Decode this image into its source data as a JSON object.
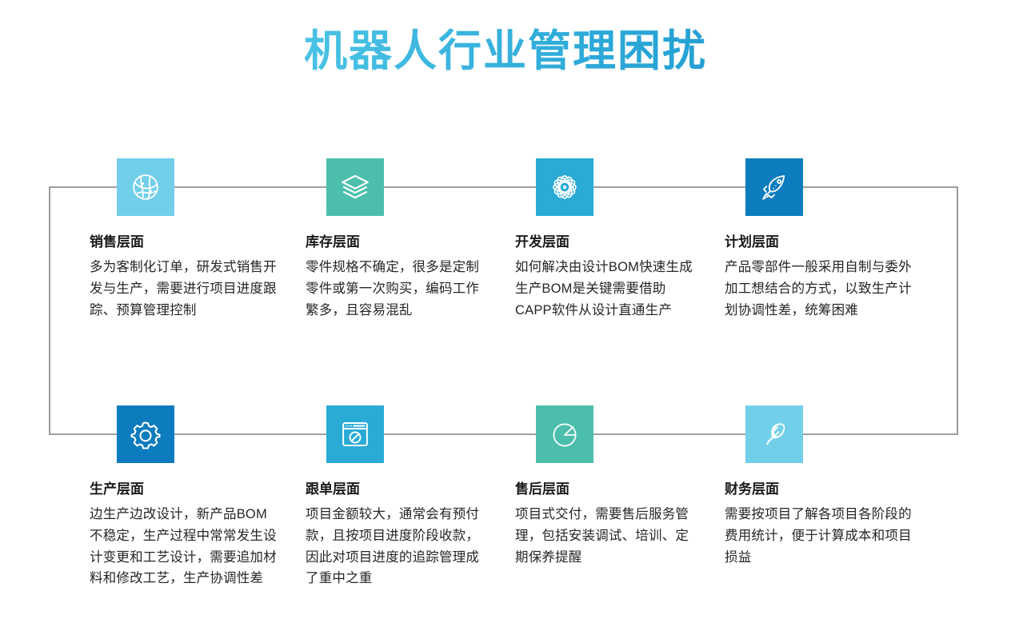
{
  "header": {
    "title": "机器人行业管理困扰",
    "title_gradient_from": "#6ed4ee",
    "title_gradient_to": "#1287c4"
  },
  "palette": {
    "tile_light_cyan": "#72cfe9",
    "tile_teal_green": "#4cbfac",
    "tile_mid_blue": "#29abd6",
    "tile_deep_blue": "#0c7cbe",
    "connector_line": "#666666",
    "title_text": "#1a1a1a",
    "body_text": "#262626",
    "background": "#ffffff"
  },
  "cards": [
    {
      "icon": "globe-network-icon",
      "tile_color": "#72cfe9",
      "title": "销售层面",
      "body": "多为客制化订单，研发式销售开发与生产，需要进行项目进度跟踪、预算管理控制"
    },
    {
      "icon": "stacked-layers-icon",
      "tile_color": "#4cbfac",
      "title": "库存层面",
      "body": "零件规格不确定，很多是定制零件或第一次购买，编码工作繁多，且容易混乱"
    },
    {
      "icon": "atom-molecule-icon",
      "tile_color": "#29abd6",
      "title": "开发层面",
      "body": "如何解决由设计BOM快速生成生产BOM是关键需要借助CAPP软件从设计直通生产"
    },
    {
      "icon": "rocket-icon",
      "tile_color": "#0c7cbe",
      "title": "计划层面",
      "body": "产品零部件一般采用自制与委外加工想结合的方式，以致生产计划协调性差，统筹困难"
    },
    {
      "icon": "gear-icon",
      "tile_color": "#0c7cbe",
      "title": "生产层面",
      "body": "边生产边改设计，新产品BOM不稳定，生产过程中常常发生设计变更和工艺设计，需要追加材料和修改工艺，生产协调性差"
    },
    {
      "icon": "browser-window-icon",
      "tile_color": "#29abd6",
      "title": "跟单层面",
      "body": "项目金额较大，通常会有预付款，且按项目进度阶段收款，因此对项目进度的追踪管理成了重中之重"
    },
    {
      "icon": "pie-chart-icon",
      "tile_color": "#4cbfac",
      "title": "售后层面",
      "body": "项目式交付，需要售后服务管理，包括安装调试、培训、定期保养提醒"
    },
    {
      "icon": "feather-icon",
      "tile_color": "#72cfe9",
      "title": "财务层面",
      "body": "需要按项目了解各项目各阶段的费用统计，便于计算成本和项目损益"
    }
  ]
}
